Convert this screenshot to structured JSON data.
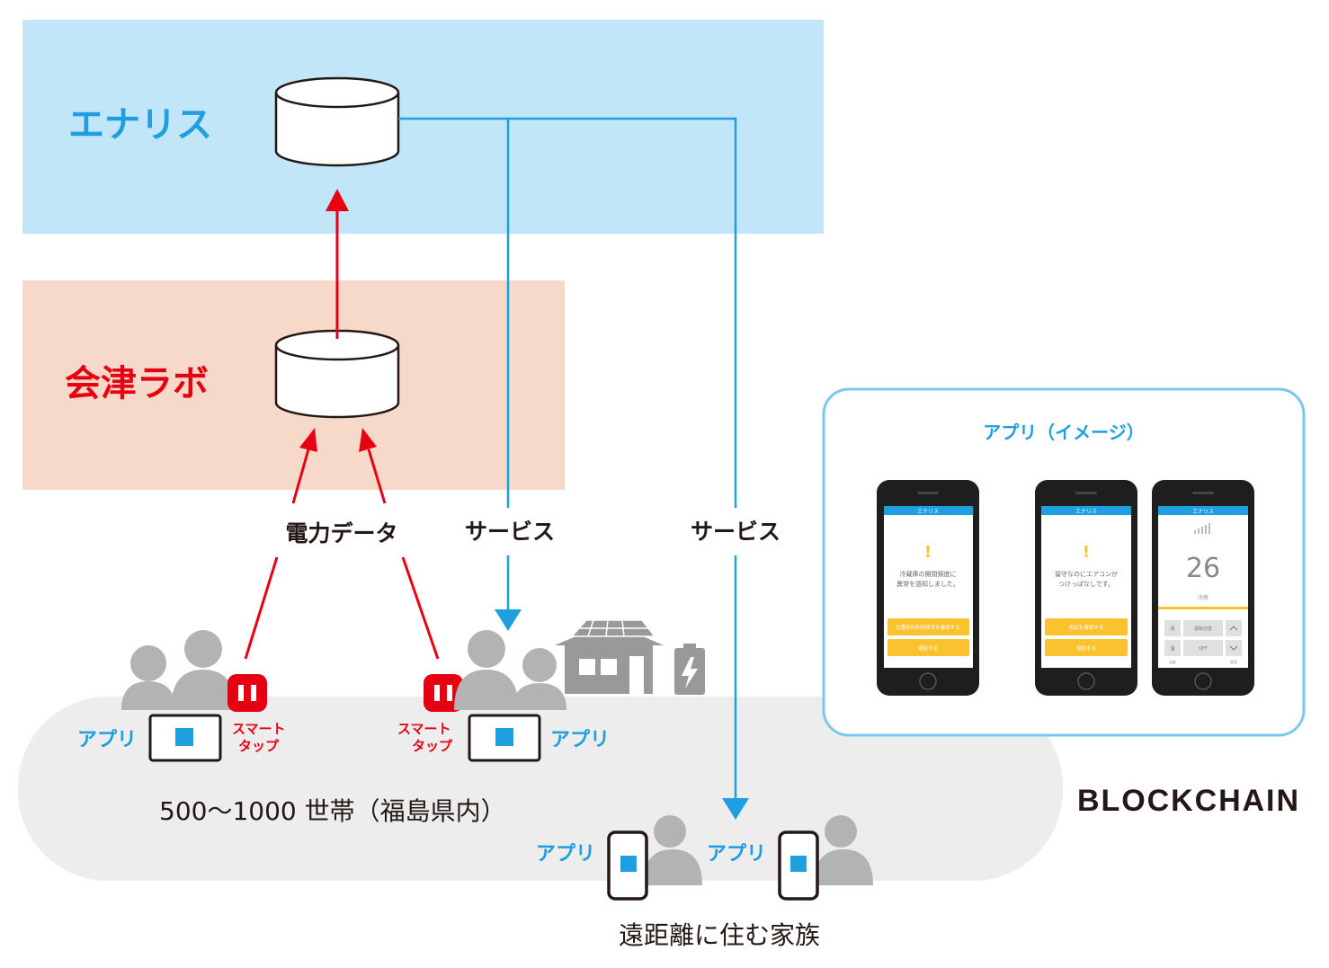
{
  "colors": {
    "enaris_bg": "#c0e6f8",
    "aizu_bg": "#f6d9c8",
    "community_bg": "#ededed",
    "blue": "#1f9fe0",
    "red": "#e60012",
    "gray": "#b3b3b3",
    "dark_gray": "#999999",
    "text": "#231815",
    "yellow": "#f9c22e",
    "phone_body": "#1e1e1e"
  },
  "enaris": {
    "label": "エナリス"
  },
  "aizu": {
    "label": "会津ラボ"
  },
  "flows": {
    "power_data": "電力データ",
    "service_1": "サービス",
    "service_2": "サービス"
  },
  "households": {
    "label": "500〜1000 世帯（福島県内）",
    "app_left": "アプリ",
    "app_right": "アプリ",
    "smart_tap_left": [
      "スマート",
      "タップ"
    ],
    "smart_tap_right": [
      "スマート",
      "タップ"
    ]
  },
  "family": {
    "label": "遠距離に住む家族",
    "app_1": "アプリ",
    "app_2": "アプリ"
  },
  "blockchain": {
    "label": "BLOCKCHAIN"
  },
  "app_image": {
    "title": "アプリ（イメージ）",
    "phones": [
      {
        "header": "エナリス",
        "alert": "!",
        "message": [
          "冷蔵庫の開閉頻度に",
          "異常を感知しました。"
        ],
        "buttons": [
          "位置別の利用状況を確認する",
          "電話する"
        ]
      },
      {
        "header": "エナリス",
        "alert": "!",
        "message": [
          "留守なのにエアコンが",
          "つけっぱなしです。"
        ],
        "buttons": [
          "設定を確認する",
          "電話する"
        ]
      },
      {
        "header": "エナリス",
        "temperature": "26",
        "mode": "冷房",
        "controls": [
          "運",
          "運転切替",
          "温",
          "OFF"
        ],
        "footer": [
          "温度",
          "風量"
        ]
      }
    ]
  }
}
